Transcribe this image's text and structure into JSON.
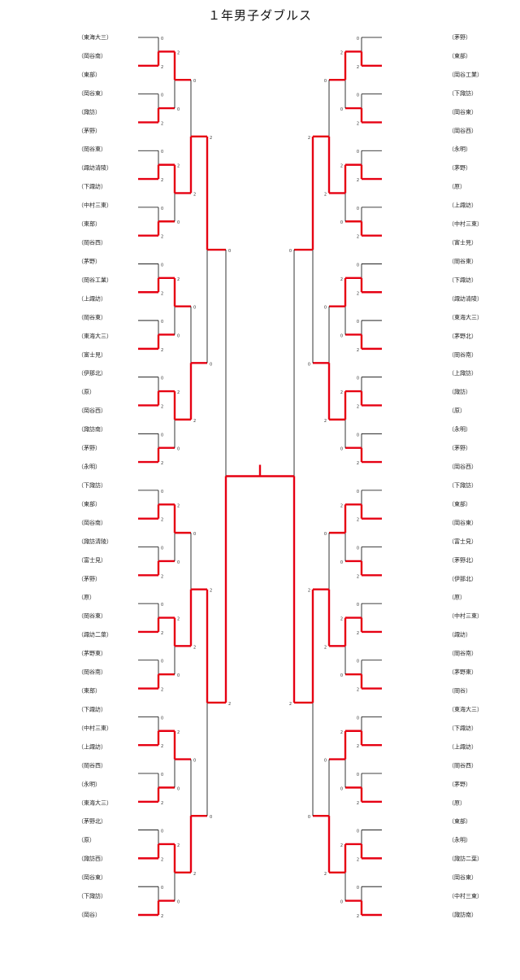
{
  "title": "１年男子ダブルス",
  "colors": {
    "winner_line": "#e60012",
    "bracket_line": "#000000"
  },
  "left_schools": [
    "（東海大三）",
    "（岡谷南）",
    "（東部）",
    "（岡谷東）",
    "（諏訪）",
    "（茅野）",
    "（岡谷東）",
    "（諏訪清陵）",
    "（下諏訪）",
    "（中村三東）",
    "（東部）",
    "（岡谷西）",
    "（茅野）",
    "（岡谷工業）",
    "（上諏訪）",
    "（岡谷東）",
    "（東海大三）",
    "（富士見）",
    "（伊那北）",
    "（原）",
    "（岡谷西）",
    "（諏訪南）",
    "（茅野）",
    "（永明）",
    "（下諏訪）",
    "（東部）",
    "（岡谷南）",
    "（諏訪清陵）",
    "（富士見）",
    "（茅野）",
    "（原）",
    "（岡谷東）",
    "（諏訪二葉）",
    "（茅野東）",
    "（岡谷南）",
    "（東部）",
    "（下諏訪）",
    "（中村三東）",
    "（上諏訪）",
    "（岡谷西）",
    "（永明）",
    "（東海大三）",
    "（茅野北）",
    "（原）",
    "（諏訪西）",
    "（岡谷東）",
    "（下諏訪）",
    "（岡谷）"
  ],
  "right_schools": [
    "（茅野）",
    "（東部）",
    "（岡谷工業）",
    "（下諏訪）",
    "（岡谷東）",
    "（岡谷西）",
    "（永明）",
    "（茅野）",
    "（原）",
    "（上諏訪）",
    "（中村三東）",
    "（富士見）",
    "（岡谷東）",
    "（下諏訪）",
    "（諏訪清陵）",
    "（東海大三）",
    "（茅野北）",
    "（岡谷南）",
    "（上諏訪）",
    "（諏訪）",
    "（原）",
    "（永明）",
    "（茅野）",
    "（岡谷西）",
    "（下諏訪）",
    "（東部）",
    "（岡谷東）",
    "（富士見）",
    "（茅野北）",
    "（伊那北）",
    "（原）",
    "（中村三東）",
    "（諏訪）",
    "（岡谷南）",
    "（茅野東）",
    "（岡谷）",
    "（東海大三）",
    "（下諏訪）",
    "（上諏訪）",
    "（岡谷西）",
    "（茅野）",
    "（原）",
    "（東部）",
    "（永明）",
    "（諏訪二葉）",
    "（岡谷東）",
    "（中村三東）",
    "（諏訪南）"
  ]
}
